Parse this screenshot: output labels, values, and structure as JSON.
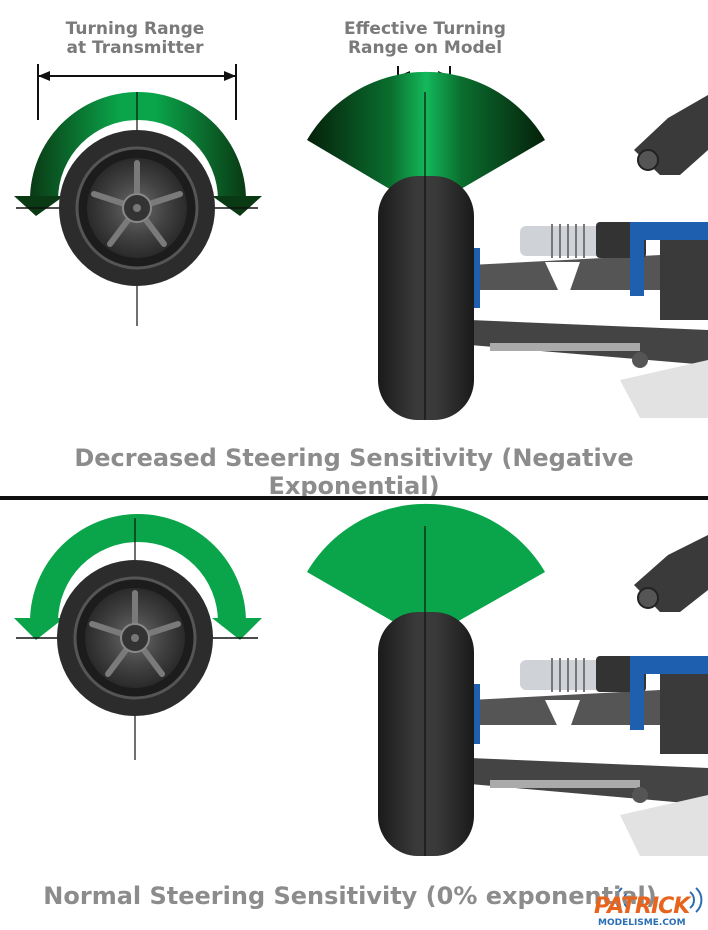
{
  "top": {
    "label_transmitter_line1": "Turning Range",
    "label_transmitter_line2": "at Transmitter",
    "label_model_line1": "Effective Turning",
    "label_model_line2": "Range on Model",
    "caption": "Decreased Steering Sensitivity (Negative Exponential)"
  },
  "bottom": {
    "caption": "Normal Steering Sensitivity (0% exponential)"
  },
  "logo": {
    "main": "PATRICK",
    "sub": "MODELISME.COM"
  },
  "colors": {
    "green": "#0aa54a",
    "dark_green": "#0a3a14",
    "tire": "#2b2b2b",
    "blue_parts": "#1f5fb0",
    "chassis": "#4a4a4a",
    "caption_gray": "#8c8c8c"
  }
}
